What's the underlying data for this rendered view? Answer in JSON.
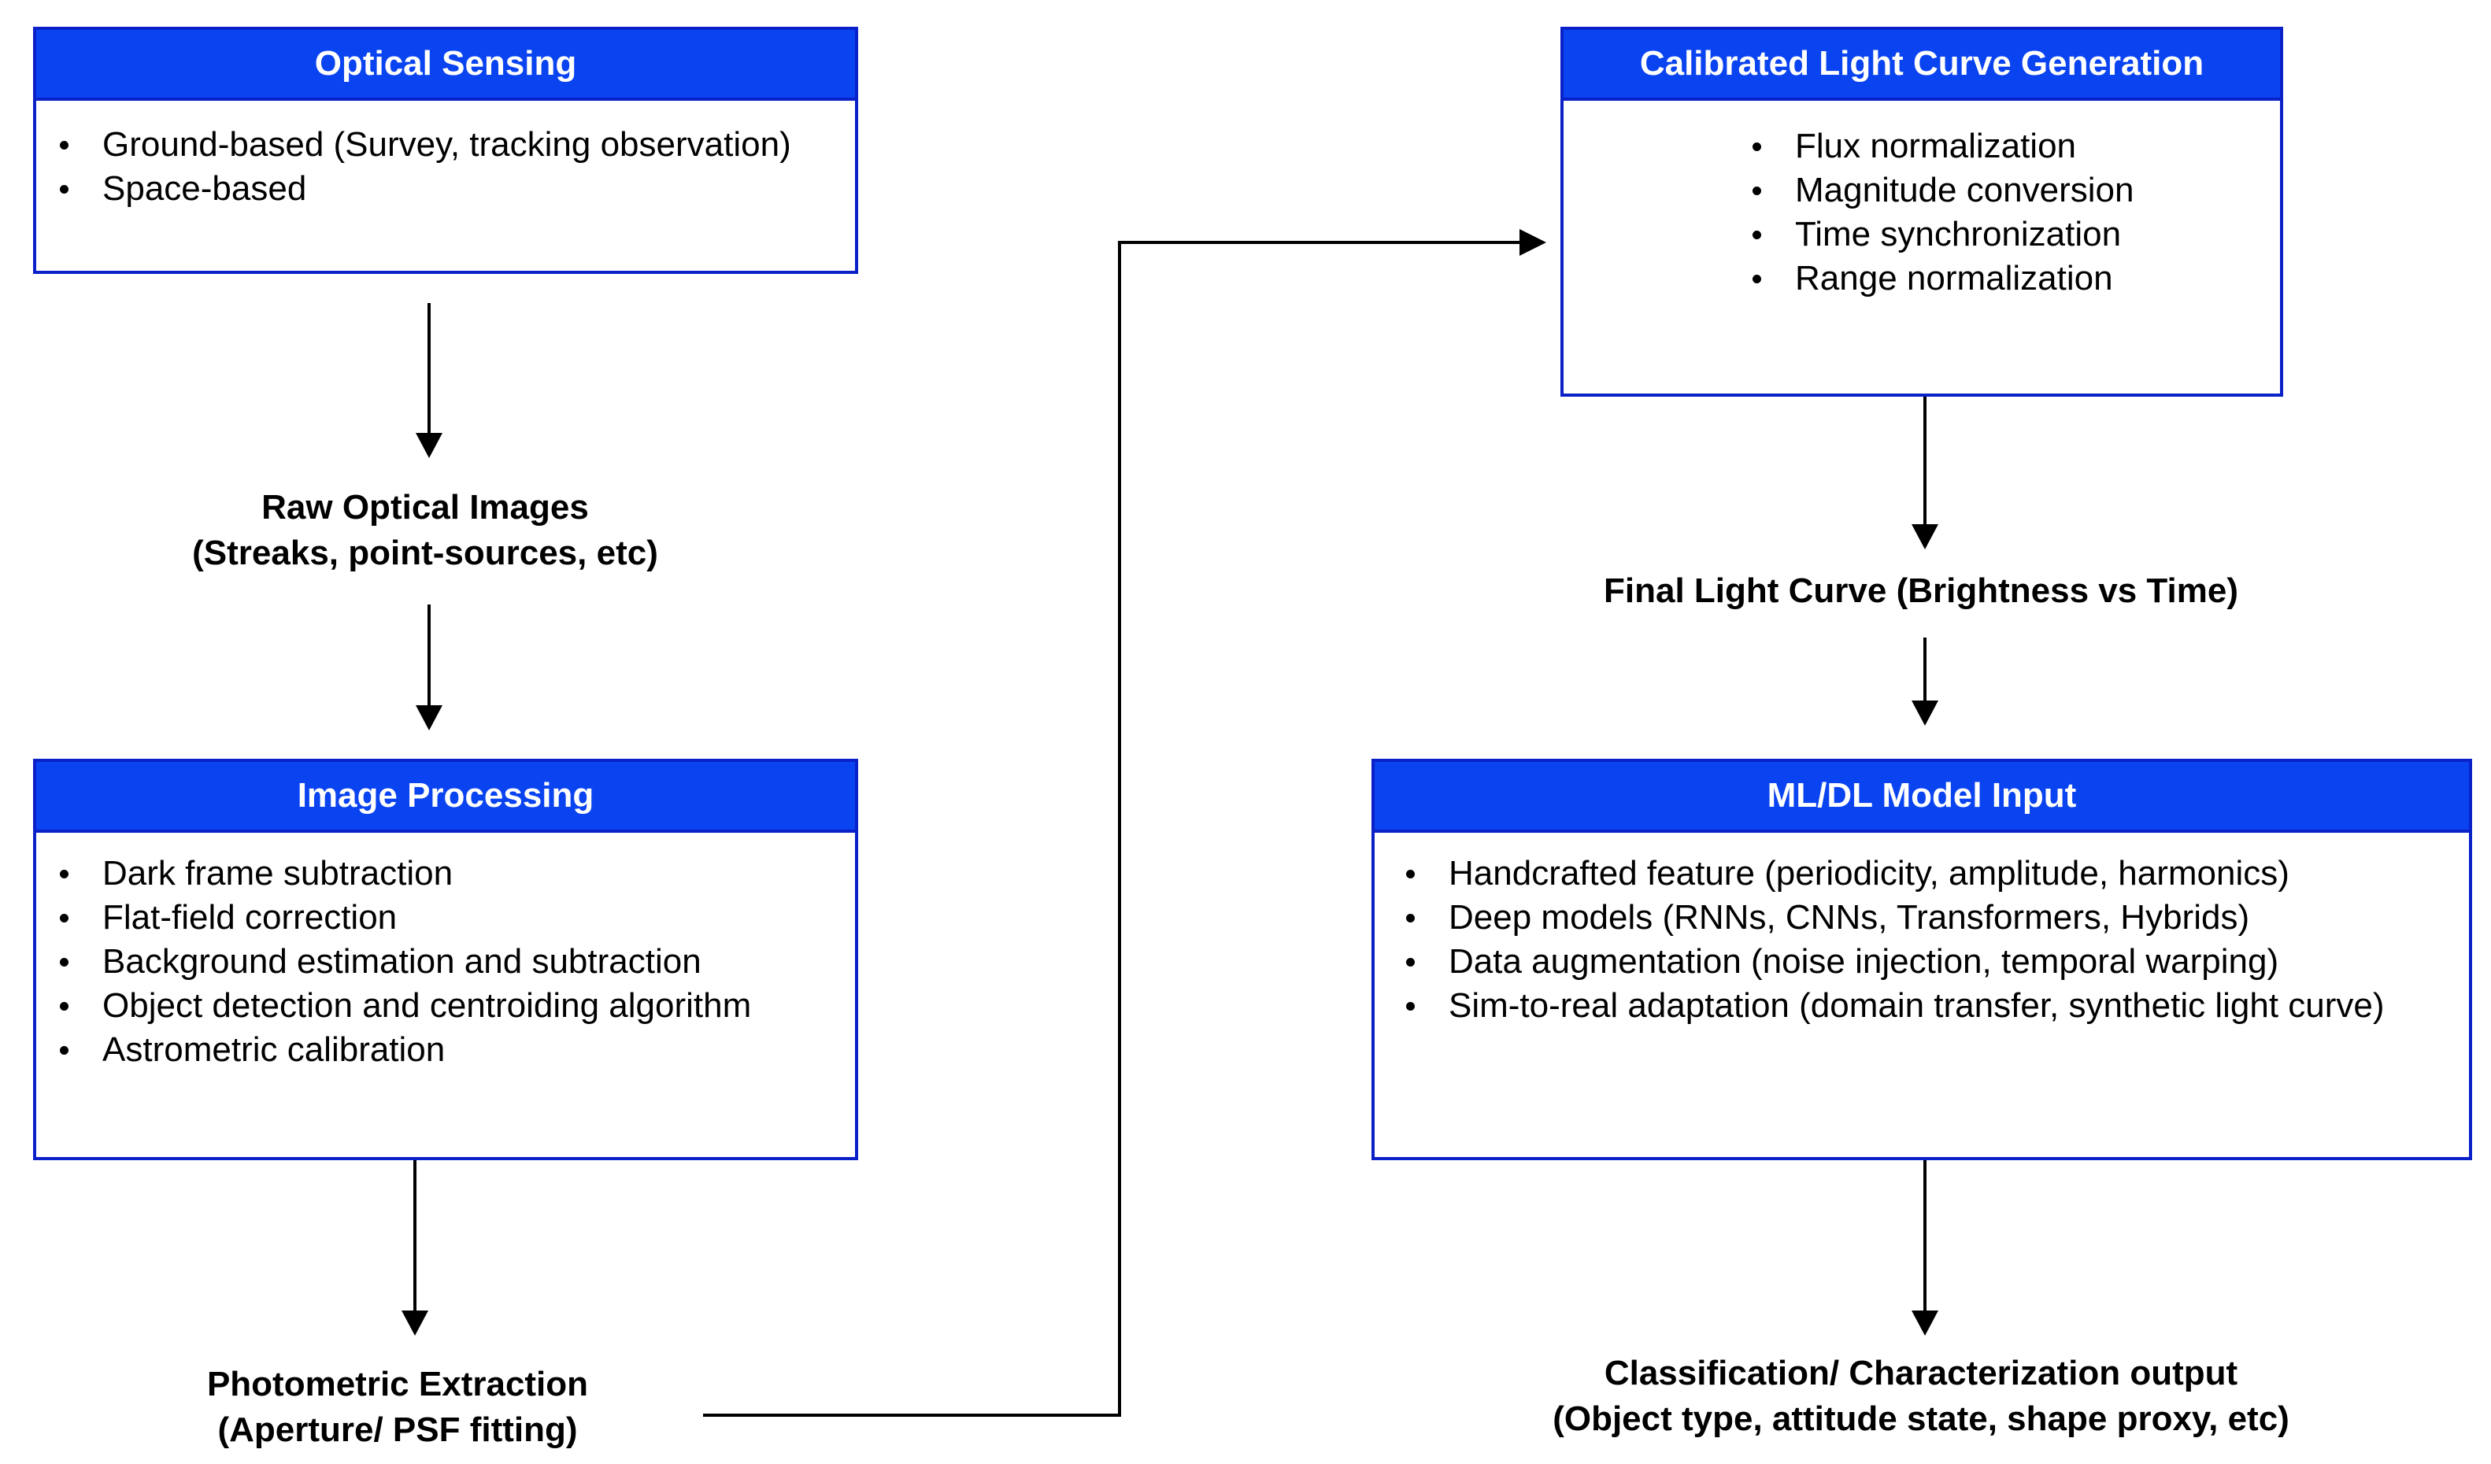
{
  "boxes": {
    "optical_sensing": {
      "title": "Optical Sensing",
      "items": [
        "Ground-based (Survey, tracking observation)",
        "Space-based"
      ]
    },
    "image_processing": {
      "title": "Image Processing",
      "items": [
        "Dark frame subtraction",
        "Flat-field correction",
        "Background estimation and subtraction",
        "Object detection and centroiding algorithm",
        "Astrometric calibration"
      ]
    },
    "calibrated_light_curve": {
      "title": "Calibrated Light Curve Generation",
      "items": [
        "Flux normalization",
        "Magnitude conversion",
        "Time synchronization",
        "Range normalization"
      ]
    },
    "ml_dl_model_input": {
      "title": "ML/DL Model Input",
      "items": [
        "Handcrafted feature (periodicity, amplitude, harmonics)",
        "Deep models (RNNs, CNNs, Transformers, Hybrids)",
        "Data augmentation (noise injection, temporal warping)",
        "Sim-to-real adaptation (domain transfer, synthetic light curve)"
      ]
    }
  },
  "labels": {
    "raw_images": [
      "Raw Optical Images",
      "(Streaks, point-sources, etc)"
    ],
    "photometric_extraction": [
      "Photometric Extraction",
      "(Aperture/ PSF fitting)"
    ],
    "final_light_curve": [
      "Final Light Curve (Brightness vs Time)"
    ],
    "classification_output": [
      "Classification/ Characterization output",
      "(Object type, attitude state, shape proxy, etc)"
    ]
  },
  "colors": {
    "header_fill": "#0a43f0",
    "border": "#0a21c8",
    "arrow": "#000000"
  }
}
